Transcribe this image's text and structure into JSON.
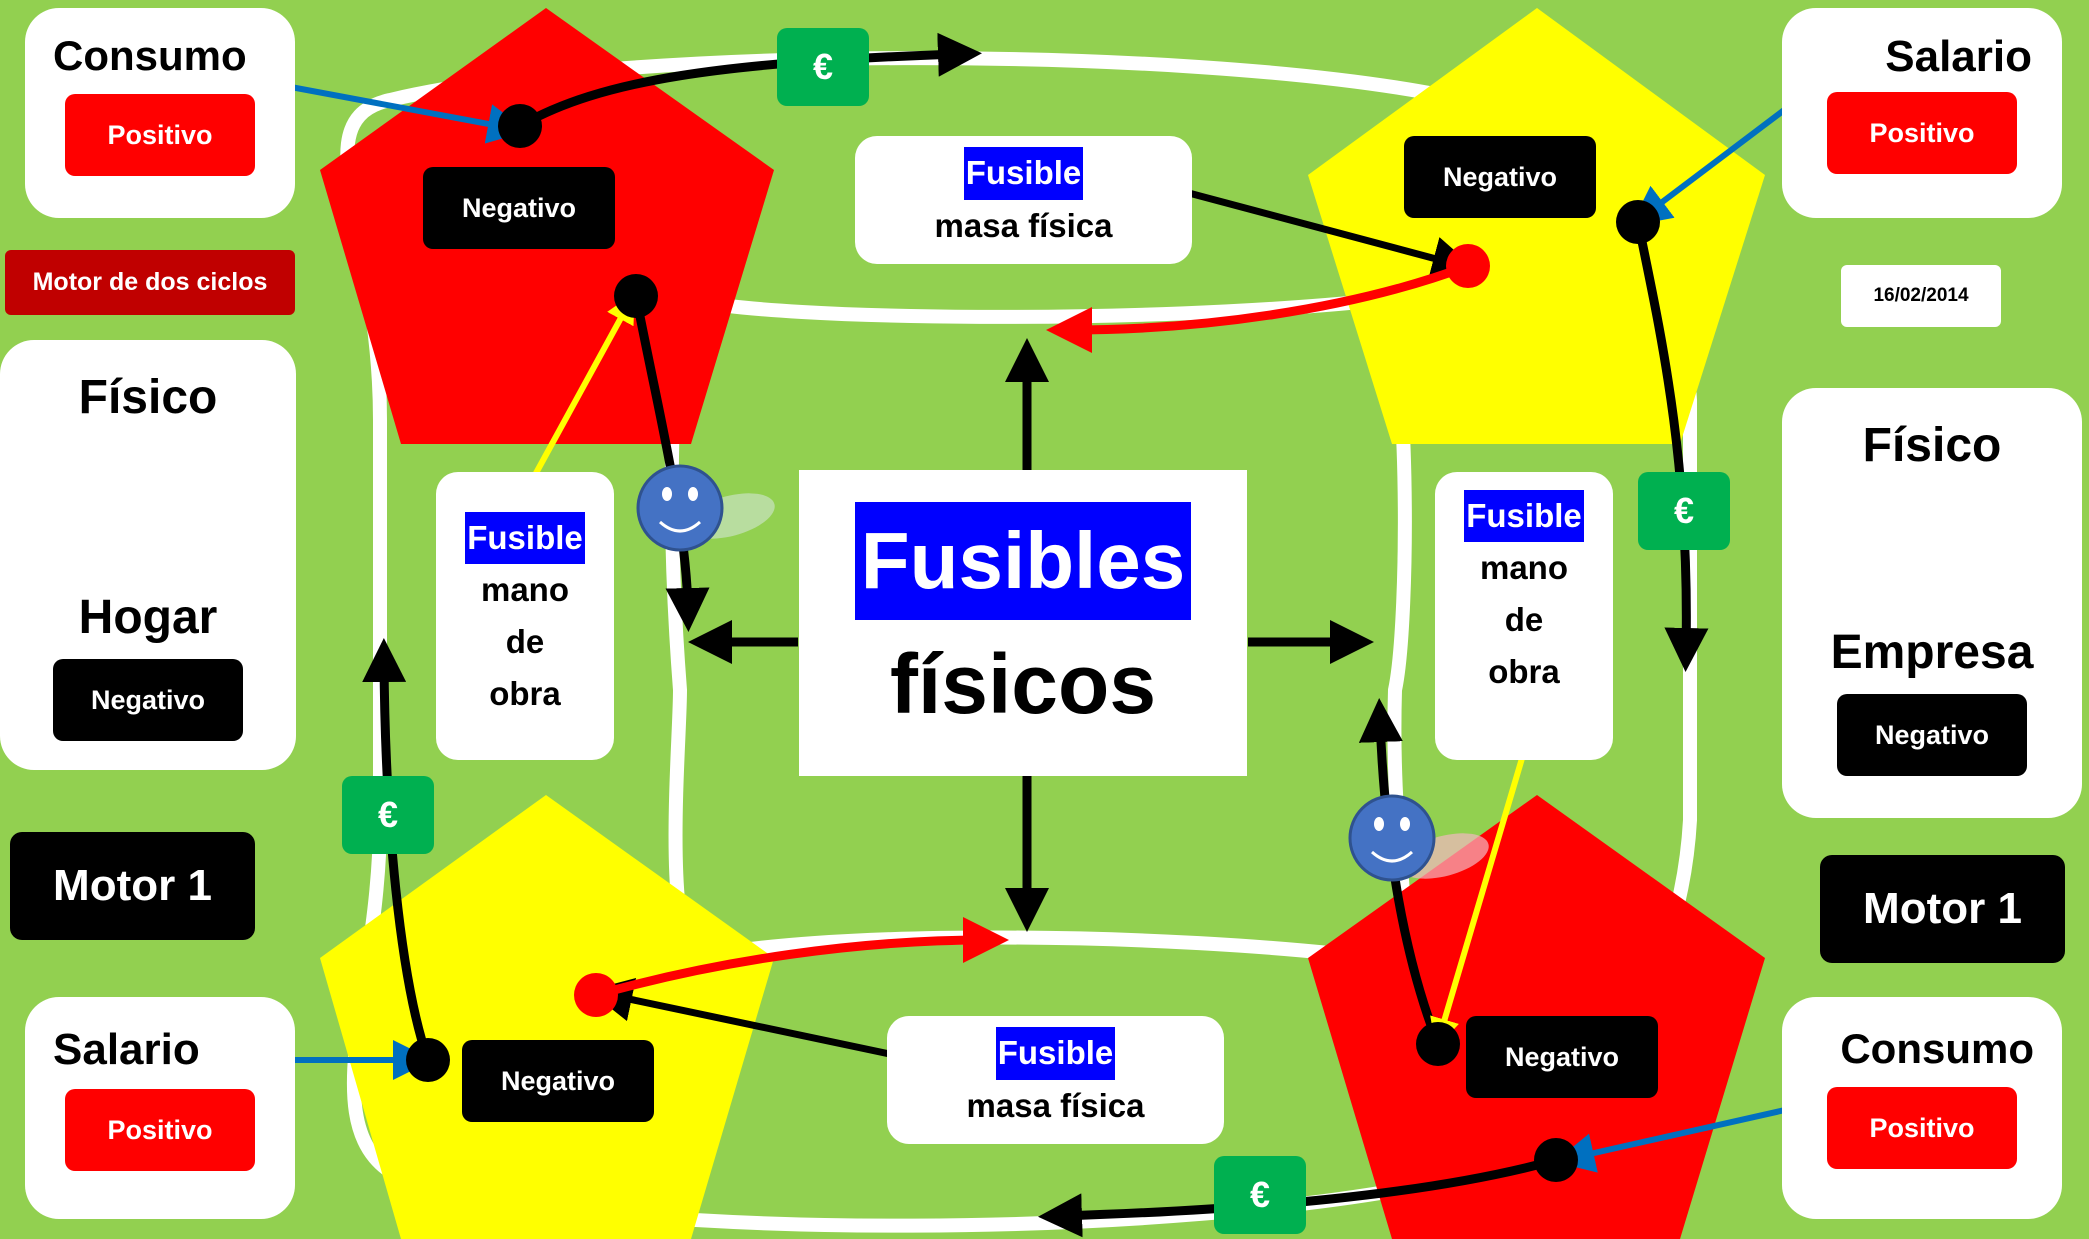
{
  "title": {
    "line1": "Fusibles",
    "line2": "físicos"
  },
  "date": "16/02/2014",
  "motor_de_dos_ciclos": "Motor de dos ciclos",
  "left_panel": {
    "consumo": {
      "label": "Consumo",
      "state": "Positivo"
    },
    "fisico_hogar": {
      "top": "Físico",
      "name": "Hogar",
      "state": "Negativo"
    },
    "motor": "Motor 1",
    "salario": {
      "label": "Salario",
      "state": "Positivo"
    }
  },
  "right_panel": {
    "salario": {
      "label": "Salario",
      "state": "Positivo"
    },
    "fisico_empresa": {
      "top": "Físico",
      "name": "Empresa",
      "state": "Negativo"
    },
    "motor": "Motor 1",
    "consumo": {
      "label": "Consumo",
      "state": "Positivo"
    }
  },
  "pentagon_tags": {
    "top_left": "Negativo",
    "top_right": "Negativo",
    "bottom_left": "Negativo",
    "bottom_right": "Negativo"
  },
  "fuses": {
    "top": {
      "label": "Fusible",
      "text": "masa física"
    },
    "bottom": {
      "label": "Fusible",
      "text": "masa física"
    },
    "left": {
      "label": "Fusible",
      "l1": "mano",
      "l2": "de",
      "l3": "obra"
    },
    "right": {
      "label": "Fusible",
      "l1": "mano",
      "l2": "de",
      "l3": "obra"
    }
  },
  "euro_tokens": [
    "€",
    "€",
    "€",
    "€"
  ],
  "colors": {
    "background": "#92d050",
    "red": "#ff0000",
    "yellow": "#ffff00",
    "green_token": "#00b050",
    "blue_highlight": "#0000ff",
    "blue_arrow": "#0070c0",
    "smiley": "#4472c4"
  },
  "icons": [
    "smiley-face-icon",
    "smiley-face-icon"
  ]
}
